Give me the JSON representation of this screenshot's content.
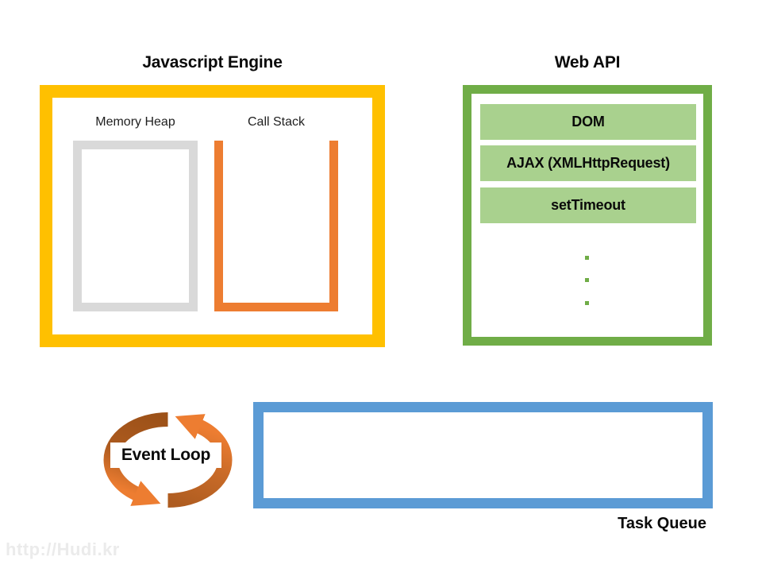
{
  "javascript_engine": {
    "title": "Javascript Engine",
    "memory_heap_label": "Memory Heap",
    "call_stack_label": "Call Stack"
  },
  "web_api": {
    "title": "Web API",
    "items": [
      "DOM",
      "AJAX (XMLHttpRequest)",
      "setTimeout"
    ]
  },
  "event_loop": {
    "label": "Event Loop"
  },
  "task_queue": {
    "label": "Task Queue"
  },
  "watermark": "http://Hudi.kr",
  "colors": {
    "engine_border": "#FFC000",
    "heap_border": "#D9D9D9",
    "call_stack_orange": "#ED7D31",
    "web_api_border": "#70AD47",
    "web_api_item_fill": "#A9D18E",
    "task_queue_border": "#5B9BD5",
    "event_loop_dark_brown": "#A45A1E",
    "event_loop_orange": "#ED7D31"
  }
}
